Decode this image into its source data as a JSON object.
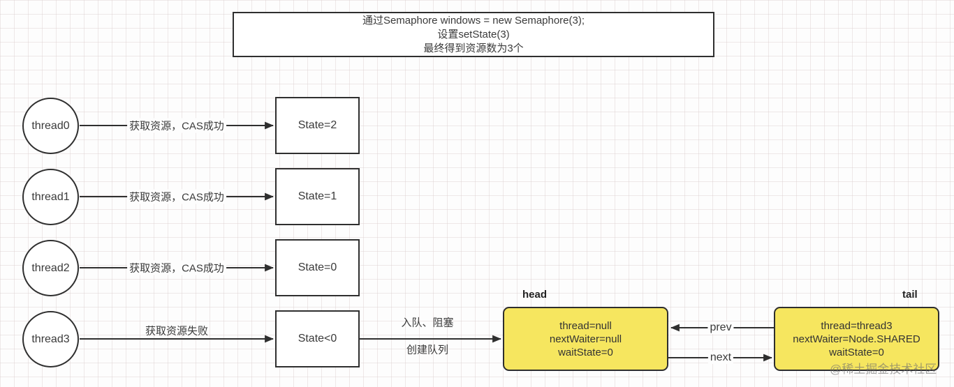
{
  "title_box": {
    "lines": [
      "通过Semaphore windows = new Semaphore(3);",
      "设置setState(3)",
      "最终得到资源数为3个"
    ]
  },
  "rows": [
    {
      "thread": "thread0",
      "arrow_label": "获取资源，CAS成功",
      "state": "State=2"
    },
    {
      "thread": "thread1",
      "arrow_label": "获取资源，CAS成功",
      "state": "State=1"
    },
    {
      "thread": "thread2",
      "arrow_label": "获取资源，CAS成功",
      "state": "State=0"
    },
    {
      "thread": "thread3",
      "arrow_label": "获取资源失败",
      "state": "State<0"
    }
  ],
  "queue_edge": {
    "label_top": "入队、阻塞",
    "label_bottom": "创建队列"
  },
  "head_node": {
    "tag": "head",
    "lines": [
      "thread=null",
      "nextWaiter=null",
      "waitState=0"
    ]
  },
  "tail_node": {
    "tag": "tail",
    "lines": [
      "thread=thread3",
      "nextWaiter=Node.SHARED",
      "waitState=0"
    ]
  },
  "links": {
    "prev": "prev",
    "next": "next"
  },
  "watermark": "@稀土掘金技术社区",
  "colors": {
    "node_fill": "#f6e65f",
    "stroke": "#2f2f2f",
    "grid_line": "#ece3e3"
  }
}
